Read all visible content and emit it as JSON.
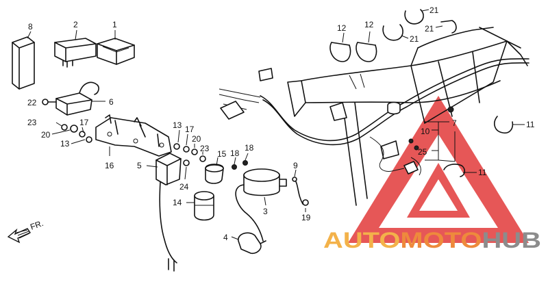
{
  "labels": {
    "p1": "1",
    "p2": "2",
    "p3": "3",
    "p4": "4",
    "p5": "5",
    "p6": "6",
    "p7": "7",
    "p8": "8",
    "p9": "9",
    "p10": "10",
    "p11a": "11",
    "p11b": "11",
    "p12a": "12",
    "p12b": "12",
    "p13a": "13",
    "p13b": "13",
    "p14": "14",
    "p15": "15",
    "p16": "16",
    "p17a": "17",
    "p17b": "17",
    "p18a": "18",
    "p18b": "18",
    "p19": "19",
    "p20a": "20",
    "p20b": "20",
    "p21a": "21",
    "p21b": "21",
    "p21c": "21",
    "p22": "22",
    "p23a": "23",
    "p23b": "23",
    "p24": "24",
    "p25": "25"
  },
  "direction_marker": "FR.",
  "watermark": {
    "part1": "AUTO",
    "part2": "MOTO",
    "part3": "HUB"
  },
  "colors": {
    "watermark_triangle": "#e23a3a",
    "watermark_auto": "#f3b24a",
    "watermark_moto": "#ee8a3c",
    "watermark_hub": "#8c8c8c"
  }
}
